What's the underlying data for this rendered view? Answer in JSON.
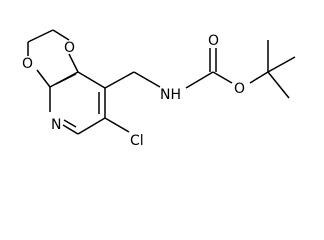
{
  "molecule": {
    "atoms": {
      "o_ring_top": "O",
      "o_ring_bottom": "O",
      "n_pyridine": "N",
      "cl": "Cl",
      "nh": "NH",
      "o_carbonyl": "O",
      "o_ester": "O"
    }
  }
}
